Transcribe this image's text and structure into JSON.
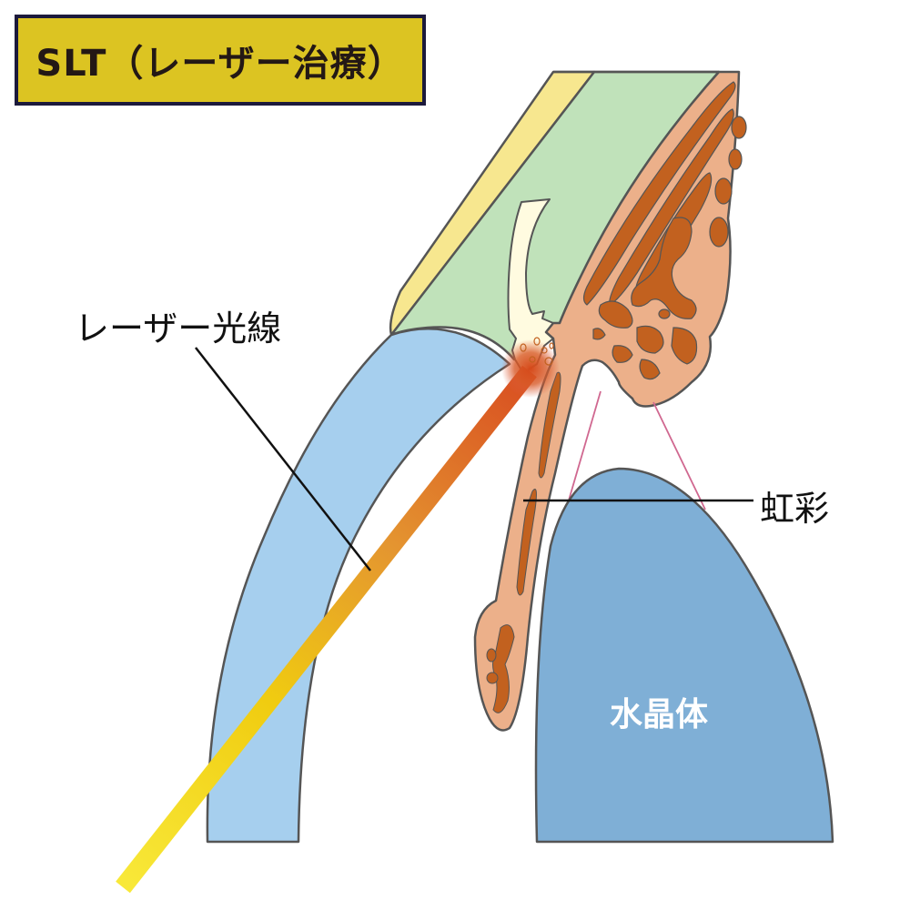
{
  "title": {
    "text": "SLT（レーザー治療）",
    "bg_color": "#dcc422",
    "border_color": "#1c1a3c"
  },
  "labels": {
    "laser_beam": "レーザー光線",
    "iris": "虹彩",
    "lens": "水晶体"
  },
  "colors": {
    "cornea": "#a6cfee",
    "conjunctiva": "#f7e78f",
    "sclera": "#c0e2ba",
    "trabecular_meshwork": "#fffbe0",
    "ciliary_body": "#ecb08a",
    "ciliary_dark": "#c2611f",
    "lens": "#7fafd6",
    "zonule": "#d06890",
    "outline": "#555555",
    "laser_start": "#f8e838",
    "laser_end": "#d84a20"
  }
}
